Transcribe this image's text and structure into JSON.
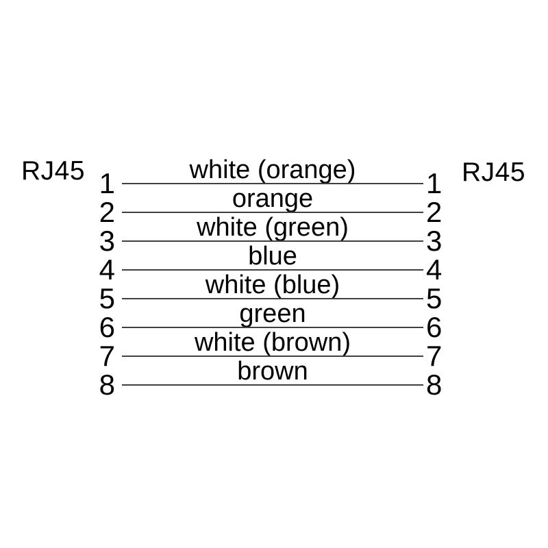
{
  "diagram": {
    "left_connector": {
      "label": "RJ45"
    },
    "right_connector": {
      "label": "RJ45"
    },
    "wires": [
      {
        "pin_left": "1",
        "pin_right": "1",
        "color_label": "white (orange)"
      },
      {
        "pin_left": "2",
        "pin_right": "2",
        "color_label": "orange"
      },
      {
        "pin_left": "3",
        "pin_right": "3",
        "color_label": "white (green)"
      },
      {
        "pin_left": "4",
        "pin_right": "4",
        "color_label": "blue"
      },
      {
        "pin_left": "5",
        "pin_right": "5",
        "color_label": "white (blue)"
      },
      {
        "pin_left": "6",
        "pin_right": "6",
        "color_label": "green"
      },
      {
        "pin_left": "7",
        "pin_right": "7",
        "color_label": "white (brown)"
      },
      {
        "pin_left": "8",
        "pin_right": "8",
        "color_label": "brown"
      }
    ],
    "colors": {
      "wire_line": "#3f3f3f",
      "text": "#000000",
      "background": "#ffffff"
    }
  }
}
